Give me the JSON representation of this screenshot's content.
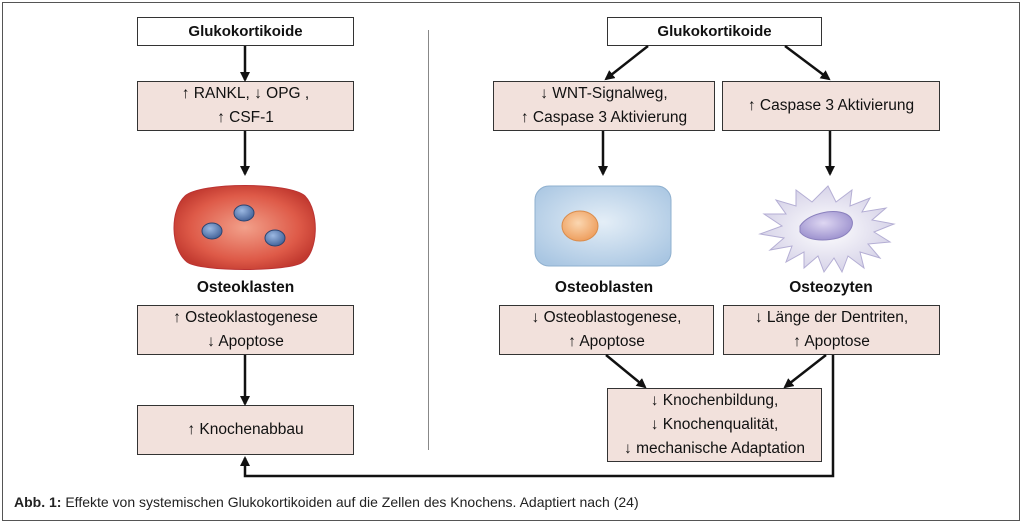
{
  "left": {
    "top_box": "Glukokortikoide",
    "box1": [
      "↑ RANKL, ↓ OPG ,",
      "↑ CSF-1"
    ],
    "cell_label": "Osteoklasten",
    "box2": [
      "↑ Osteoklastogenese",
      "↓ Apoptose"
    ],
    "box3": [
      "↑ Knochenabbau"
    ]
  },
  "right": {
    "top_box": "Glukokortikoide",
    "box_a": [
      "↓ WNT-Signalweg,",
      "↑ Caspase 3 Aktivierung"
    ],
    "box_b": [
      "↑ Caspase 3 Aktivierung"
    ],
    "cell_a_label": "Osteoblasten",
    "cell_b_label": "Osteozyten",
    "box_c": [
      "↓ Osteoblastogenese,",
      "↑ Apoptose"
    ],
    "box_d": [
      "↓ Länge der Dentriten,",
      "↑ Apoptose"
    ],
    "box_e": [
      "↓ Knochenbildung,",
      "↓ Knochenqualität,",
      "↓ mechanische Adaptation"
    ]
  },
  "caption": {
    "prefix": "Abb. 1:",
    "text": " Effekte von systemischen Glukokortikoiden auf die Zellen des Knochens. Adaptiert nach (24)"
  },
  "colors": {
    "box_fill": "#f2e1dc",
    "osteoclast": "#d9443a",
    "osteoblast": "#b9d4ea",
    "osteocyte": "#c9c3e6",
    "nucleus_blue": "#5a80b8",
    "nucleus_orange": "#f2b27a"
  }
}
